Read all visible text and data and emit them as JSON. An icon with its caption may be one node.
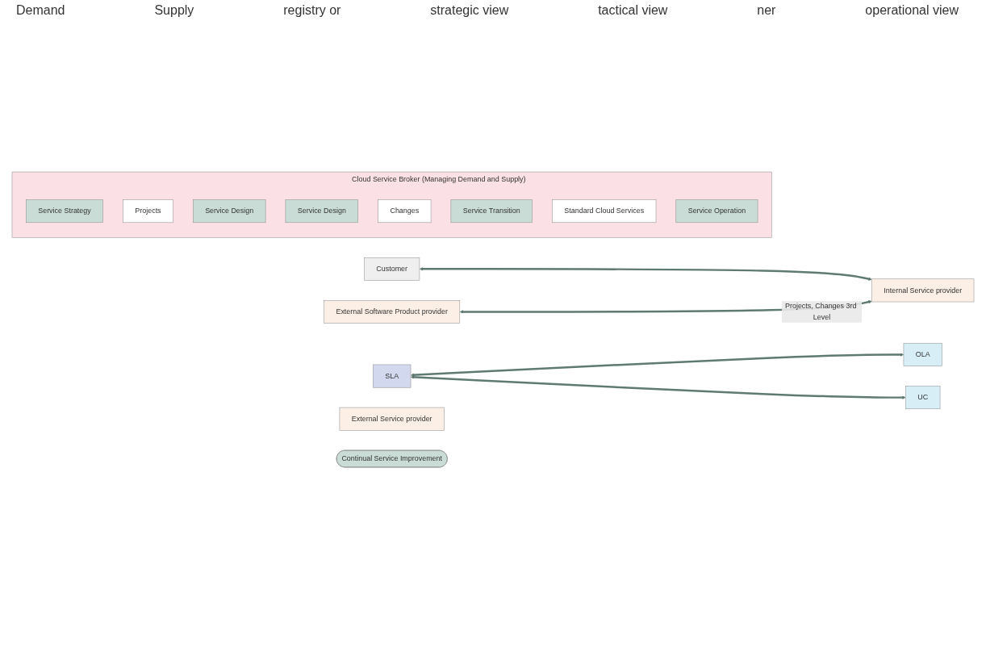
{
  "diagram": {
    "nodes": [
      {
        "text": [
          "Customer"
        ]
      },
      {
        "text": [
          "SLA"
        ]
      },
      {
        "text": [
          "Cloud Service Broker (Managing Demand and Supply)"
        ]
      },
      {
        "text": [
          "Service Strategy"
        ],
        "in": 2
      },
      {
        "text": [
          "Projects"
        ],
        "in": 2
      },
      {
        "text": [
          "Service Design"
        ],
        "in": 2
      },
      {
        "text": [
          "Service Design"
        ],
        "in": 2
      },
      {
        "text": [
          "Changes"
        ],
        "in": 2
      },
      {
        "text": [
          "Service Transition"
        ],
        "in": 2
      },
      {
        "text": [
          "Standard Cloud Services"
        ],
        "in": 2
      },
      {
        "text": [
          "Service Operation"
        ],
        "in": 2
      },
      {
        "text": [
          "External Software Product provider"
        ]
      },
      {
        "text": [
          "Internal Service provider"
        ]
      },
      {
        "text": [
          "OLA"
        ]
      },
      {
        "text": [
          "UC"
        ]
      },
      {
        "text": [
          "External Service provider"
        ]
      },
      {
        "text": [
          "Continual Service Improvement"
        ]
      }
    ],
    "edges": [
      {
        "from": 0,
        "to": 12,
        "arrow": "both"
      },
      {
        "from": 1,
        "to": 13,
        "arrow": "both"
      },
      {
        "from": 1,
        "to": 14,
        "arrow": "both"
      },
      {
        "from": 11,
        "to": 12,
        "label": "Projects, Changes 3rd Level",
        "arrow": "both"
      }
    ],
    "labels": [
      "Demand",
      "Supply",
      "registry or",
      "strategic view",
      "tactical view",
      "ner",
      "operational view"
    ]
  }
}
